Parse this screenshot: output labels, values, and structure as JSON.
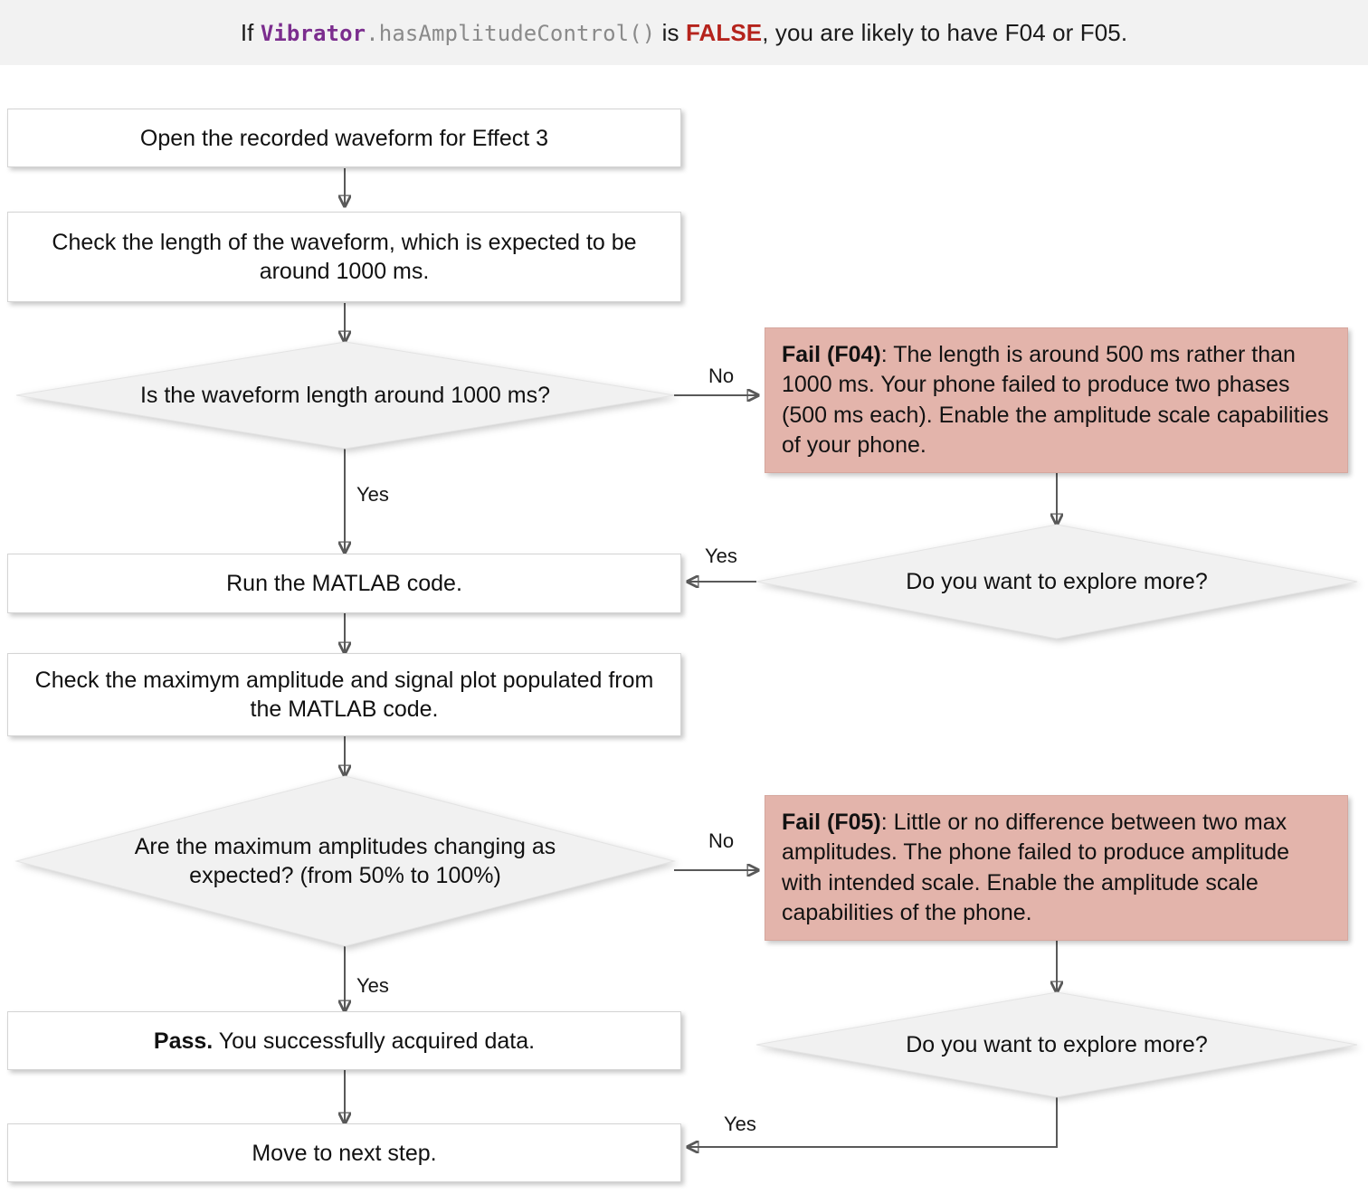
{
  "header": {
    "prefix": "If ",
    "code_class": "Vibrator",
    "code_method": ".hasAmplitudeControl()",
    "mid": " is ",
    "keyword": "FALSE",
    "suffix": ", you are likely to have F04 or F05.",
    "bg_color": "#f2f2f2",
    "class_color": "#7b2d8e",
    "method_color": "#8a8a8a",
    "keyword_color": "#b5231c"
  },
  "colors": {
    "process_fill": "#ffffff",
    "decision_fill": "#f1f1f1",
    "fail_fill": "#e3b4ab",
    "connector": "#595959",
    "text": "#111111"
  },
  "nodes": {
    "open_waveform": "Open the recorded waveform for Effect 3",
    "check_length": "Check the length of the waveform, which is expected to be around 1000 ms.",
    "decision_length": "Is the waveform length around 1000 ms?",
    "fail_f04_label": "Fail (F04)",
    "fail_f04_text": ": The length is around 500 ms rather than 1000 ms. Your phone failed to produce two phases (500 ms each). Enable the amplitude scale capabilities of your phone.",
    "explore_more_top": "Do you want to explore more?",
    "run_matlab": "Run the MATLAB code.",
    "check_amplitude": "Check the maximym amplitude and signal plot populated from the MATLAB code.",
    "decision_amplitude": "Are the maximum amplitudes changing as expected? (from 50% to 100%)",
    "fail_f05_label": "Fail (F05)",
    "fail_f05_text": ": Little or no difference between two max amplitudes. The phone failed to produce amplitude with intended scale. Enable the amplitude scale capabilities of the phone.",
    "explore_more_bottom": "Do you want to explore more?",
    "pass_label": "Pass.",
    "pass_text": " You successfully acquired data.",
    "move_next": "Move to next step."
  },
  "edges": {
    "no_top": "No",
    "yes_length": "Yes",
    "yes_explore_top": "Yes",
    "no_bottom": "No",
    "yes_amplitude": "Yes",
    "yes_explore_bottom": "Yes"
  }
}
